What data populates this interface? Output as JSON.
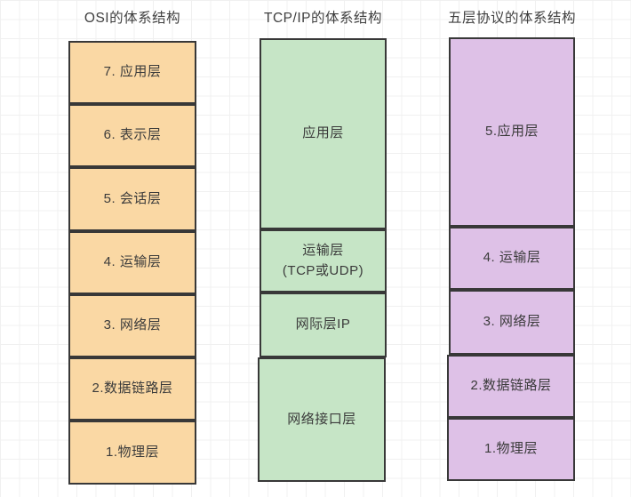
{
  "diagram": {
    "grid_color": "#f0f0f0",
    "border_color": "#383838",
    "text_color": "#3b3b3b",
    "columns": [
      {
        "title": "OSI的体系结构",
        "fill": "#FAD8A4",
        "layers": [
          "7. 应用层",
          "6. 表示层",
          "5. 会话层",
          "4. 运输层",
          "3. 网络层",
          "2.数据链路层",
          "1.物理层"
        ]
      },
      {
        "title": "TCP/IP的体系结构",
        "fill": "#C6E5C6",
        "layers": [
          "应用层",
          "运输层\n(TCP或UDP)",
          "网际层IP",
          "网络接口层"
        ]
      },
      {
        "title": "五层协议的体系结构",
        "fill": "#DEC1E7",
        "layers": [
          "5.应用层",
          "4. 运输层",
          "3. 网络层",
          "2.数据链路层",
          "1.物理层"
        ]
      }
    ]
  }
}
